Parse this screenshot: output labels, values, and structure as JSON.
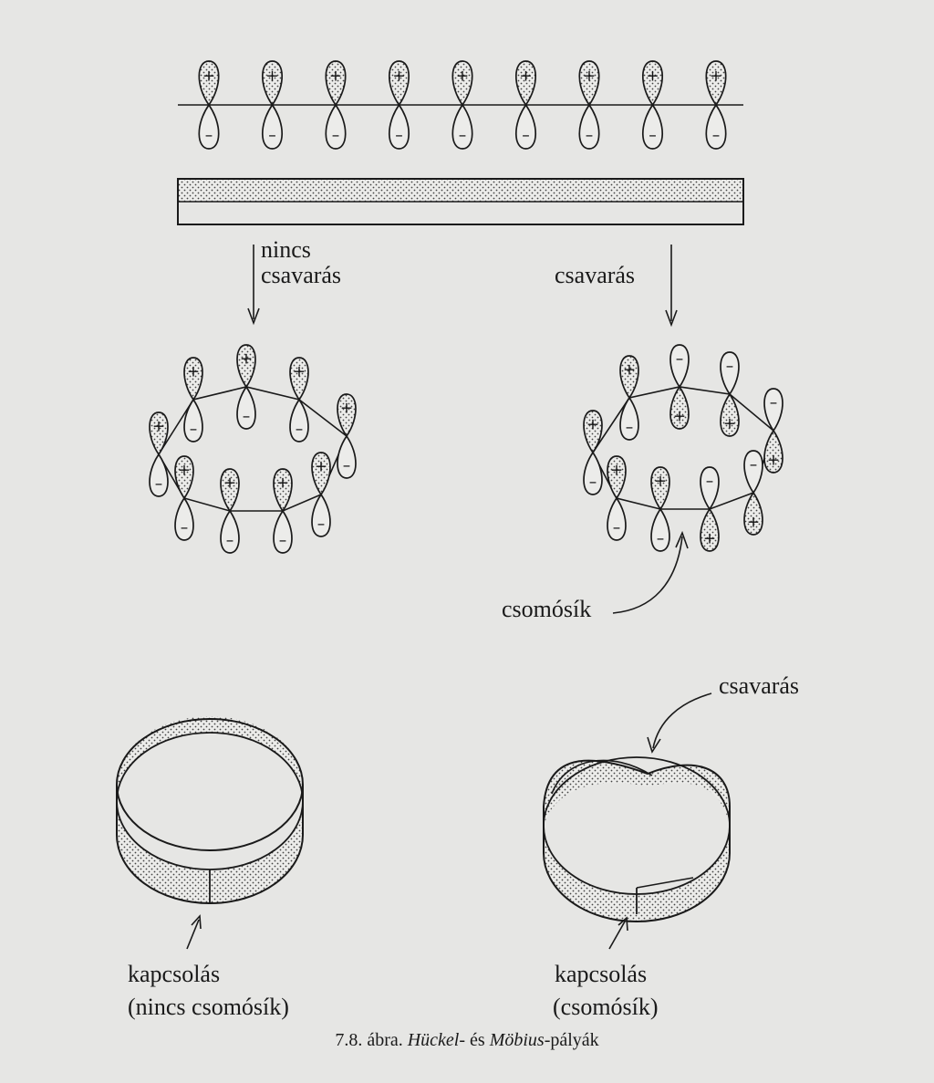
{
  "labels": {
    "no_twist": [
      "nincs",
      "csavarás"
    ],
    "twist": "csavarás",
    "node_plane": "csomósík",
    "twist_band": "csavarás",
    "left_clasp": [
      "kapcsolás",
      "(nincs csomósík)"
    ],
    "right_clasp": [
      "kapcsolás",
      "(csomósík)"
    ]
  },
  "caption": {
    "prefix": "7.8. ábra. ",
    "huckel": "Hückel-",
    "mid": " és ",
    "mobius": "Möbius",
    "suffix": "-pályák"
  },
  "signs": {
    "plus": "+",
    "minus": "–"
  },
  "colors": {
    "ink": "#1a1a1a",
    "paper": "#e6e6e4",
    "stipple": "#444444"
  }
}
